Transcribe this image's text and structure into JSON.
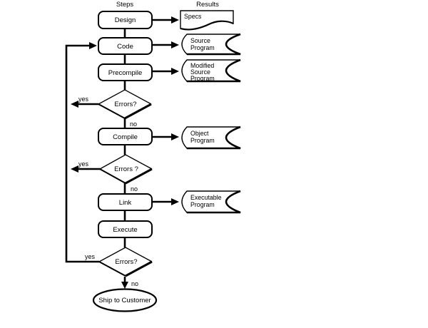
{
  "headers": {
    "steps": "Steps",
    "results": "Results"
  },
  "steps": [
    {
      "label": "Design"
    },
    {
      "label": "Code"
    },
    {
      "label": "Precompile"
    },
    {
      "label": "Compile"
    },
    {
      "label": "Link"
    },
    {
      "label": "Execute"
    }
  ],
  "decisions": [
    {
      "label": "Errors?",
      "yes_label": "yes",
      "no_label": "no"
    },
    {
      "label": "Errors ?",
      "yes_label": "yes",
      "no_label": "no"
    },
    {
      "label": "Errors?",
      "yes_label": "yes",
      "no_label": "no"
    }
  ],
  "terminator": {
    "label": "Ship to Customer"
  },
  "results": [
    {
      "shape": "document",
      "lines": [
        "Specs"
      ]
    },
    {
      "shape": "stored-data",
      "lines": [
        "Source",
        "Program"
      ]
    },
    {
      "shape": "stored-data",
      "lines": [
        "Modified",
        "Source",
        "Program"
      ]
    },
    {
      "shape": "stored-data",
      "lines": [
        "Object",
        "Program"
      ]
    },
    {
      "shape": "stored-data",
      "lines": [
        "Executable",
        "Program"
      ]
    }
  ],
  "colors": {
    "ink": "#000000",
    "background": "#ffffff"
  }
}
